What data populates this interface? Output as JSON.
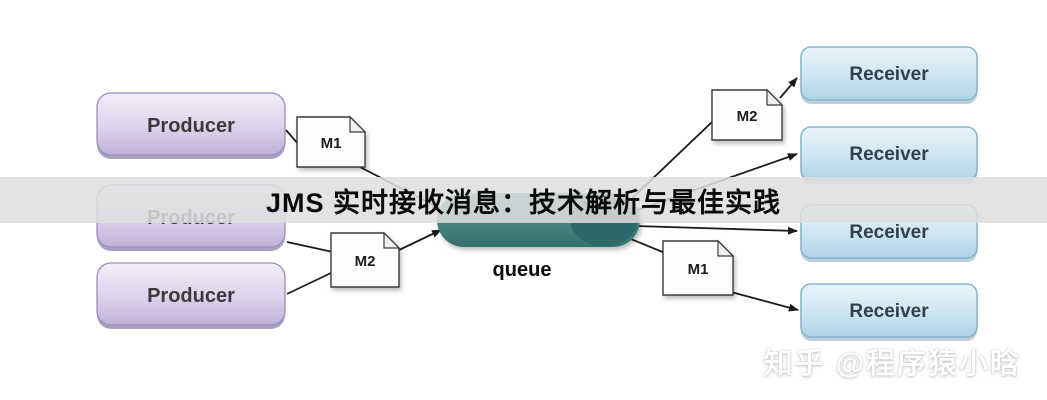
{
  "banner": {
    "title": "JMS 实时接收消息：技术解析与最佳实践"
  },
  "watermark": {
    "text": "知乎 @程序猿小晗"
  },
  "diagram": {
    "producers": [
      {
        "label": "Producer"
      },
      {
        "label": "Producer"
      },
      {
        "label": "Producer"
      }
    ],
    "receivers": [
      {
        "label": "Receiver"
      },
      {
        "label": "Receiver"
      },
      {
        "label": "Receiver"
      },
      {
        "label": "Receiver"
      }
    ],
    "messages": [
      {
        "label": "M1"
      },
      {
        "label": "M2"
      },
      {
        "label": "M2"
      },
      {
        "label": "M1"
      }
    ],
    "queue": {
      "label": "queue"
    }
  },
  "colors": {
    "producer_fill": "#d9cde9",
    "producer_border": "#9b8cc0",
    "receiver_fill": "#cde5f1",
    "receiver_border": "#85b7d1",
    "queue_fill": "#4a8886",
    "queue_end": "#2d6867",
    "banner_bg": "#dcdcdc",
    "arrow": "#1c1c1c",
    "banner_text": "#0a0a0a",
    "watermark_text": "#ffffff"
  }
}
